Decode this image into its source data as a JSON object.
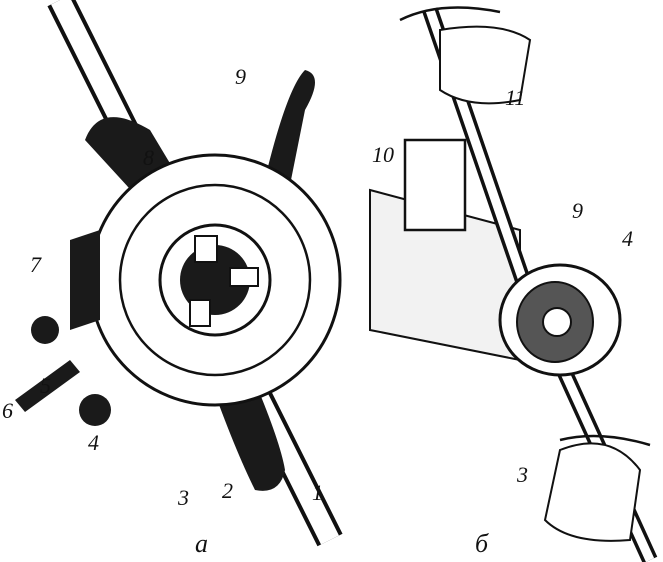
{
  "figure_a": {
    "caption": "а",
    "labels": [
      "9",
      "8",
      "7",
      "6",
      "5",
      "4",
      "3",
      "2",
      "1"
    ]
  },
  "figure_b": {
    "caption": "б",
    "labels": [
      "10",
      "11",
      "9",
      "4",
      "3"
    ]
  }
}
